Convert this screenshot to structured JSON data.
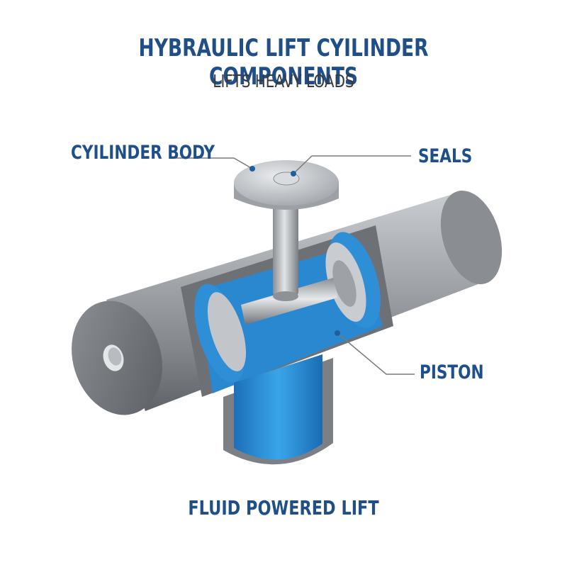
{
  "header": {
    "title": "HYBRAULIC LIFT CYILINDER COMPONENTS",
    "subtitle": "LIFTS HEAVY LOADS"
  },
  "labels": {
    "cylinder_body": "CYILINDER BODY",
    "seals": "SEALS",
    "piston": "PISTON"
  },
  "footer": {
    "caption": "FLUID POWERED LIFT"
  },
  "colors": {
    "title_blue": "#1f4f86",
    "label_blue": "#1d4f8c",
    "text_dark": "#3a3a3a",
    "fluid_blue": "#2e8fd6",
    "steel": "#9a9ea3"
  }
}
